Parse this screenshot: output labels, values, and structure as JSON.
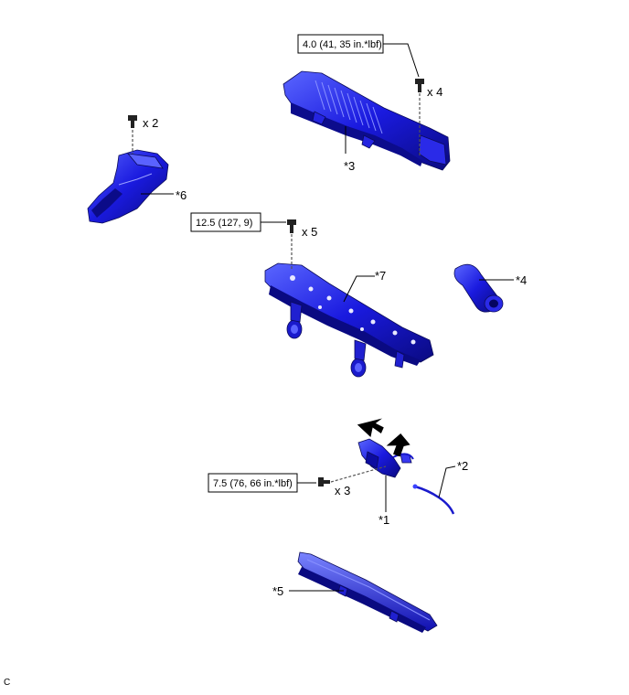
{
  "torque_specs": {
    "top": "4.0 (41, 35 in.*lbf)",
    "middle": "12.5 (127, 9)",
    "lower": "7.5 (76, 66 in.*lbf)"
  },
  "quantities": {
    "bolt_top_right": "x 4",
    "bolt_top_left": "x 2",
    "bolt_middle": "x 5",
    "bolt_lower": "x 3"
  },
  "callouts": {
    "p1": "*1",
    "p2": "*2",
    "p3": "*3",
    "p4": "*4",
    "p5": "*5",
    "p6": "*6",
    "p7": "*7"
  },
  "footer_code": "C",
  "colors": {
    "part_blue": "#1a1adf",
    "part_dark": "#0b0b8a",
    "part_light": "#6e78ff",
    "arrow": "#000000"
  }
}
